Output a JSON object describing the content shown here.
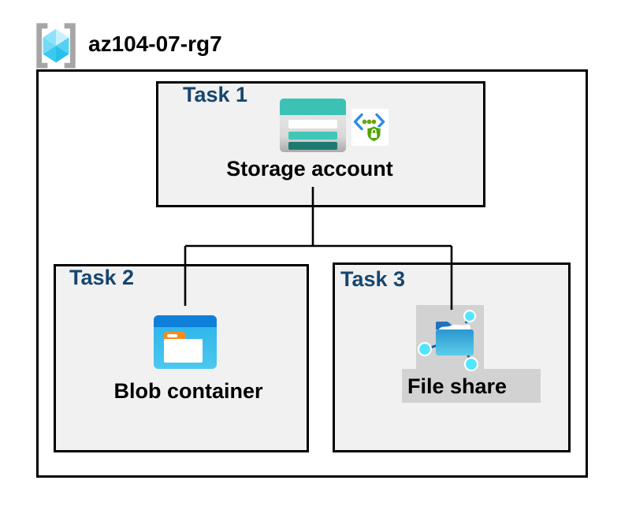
{
  "diagram": {
    "title_context": "Azure storage lab diagram",
    "resource_group": {
      "name": "az104-07-rg7",
      "icon": "resource-group-icon"
    },
    "tasks": [
      {
        "label": "Task 1",
        "resource": "Storage account",
        "icons": [
          "storage-account-icon",
          "sas-security-icon"
        ]
      },
      {
        "label": "Task 2",
        "resource": "Blob container",
        "icons": [
          "blob-container-icon"
        ]
      },
      {
        "label": "Task 3",
        "resource": "File share",
        "icons": [
          "file-share-icon"
        ],
        "highlighted": true
      }
    ],
    "connections": [
      {
        "from": "Storage account",
        "to": "Blob container"
      },
      {
        "from": "Storage account",
        "to": "File share"
      }
    ],
    "colors": {
      "task_label_navy": "#17466f",
      "box_fill": "#f1f1f1",
      "box_border": "#000000",
      "highlight_gray": "#d2d2d2",
      "storage_teal": "#3cc2b4",
      "storage_teal_dark": "#1e7a70",
      "blob_title_blue": "#0f80d9",
      "blob_body_blue": "#35bdec",
      "folder_tab_orange": "#f68c1f",
      "file_folder_blue": "#2a97d0",
      "node_cyan": "#50e6ff",
      "shield_green": "#4da400",
      "sas_bracket_blue": "#2e8ce0",
      "sas_dot_green": "#6ca414",
      "bracket_gray": "#a6a6a6",
      "cube_cyan": "#3fcbf1"
    }
  }
}
